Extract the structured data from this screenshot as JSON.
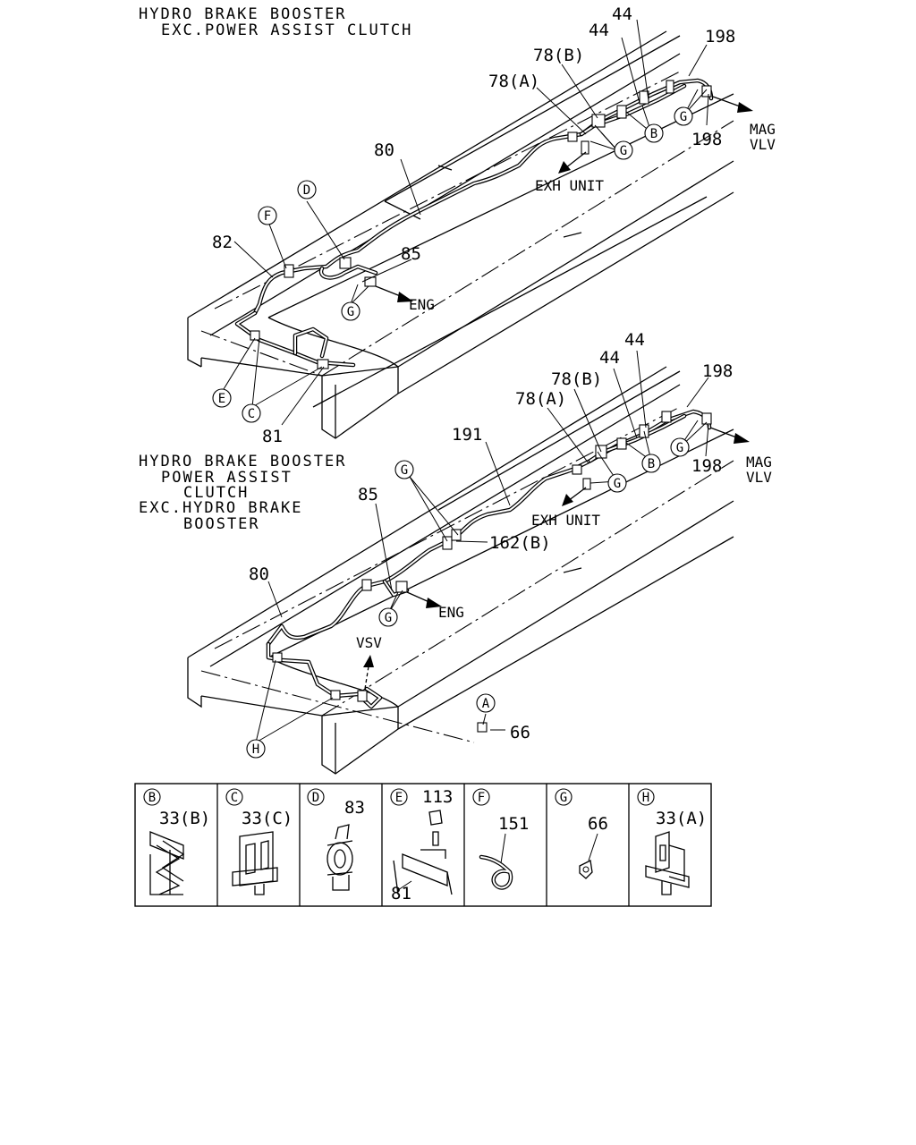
{
  "upper": {
    "caption_line1": "HYDRO BRAKE BOOSTER",
    "caption_line2": "EXC.POWER ASSIST CLUTCH",
    "labels": {
      "p44a": "44",
      "p44b": "44",
      "p198a": "198",
      "p198b": "198",
      "p78b": "78(B)",
      "p78a": "78(A)",
      "p80": "80",
      "p82": "82",
      "p85": "85",
      "p81": "81",
      "dest_mag_1": "MAG",
      "dest_mag_2": "VLV",
      "dest_exh": "EXH UNIT",
      "dest_eng": "ENG"
    },
    "callouts": {
      "b": "B",
      "g1": "G",
      "g2": "G",
      "g3": "G",
      "d": "D",
      "f": "F",
      "e": "E",
      "c": "C"
    }
  },
  "lower": {
    "caption_line1": "HYDRO BRAKE BOOSTER",
    "caption_line2": "POWER ASSIST",
    "caption_line3": "CLUTCH",
    "caption_line4": "EXC.HYDRO BRAKE",
    "caption_line5": "BOOSTER",
    "labels": {
      "p44a": "44",
      "p44b": "44",
      "p198a": "198",
      "p198b": "198",
      "p78b": "78(B)",
      "p78a": "78(A)",
      "p191": "191",
      "p162b": "162(B)",
      "p85": "85",
      "p80": "80",
      "p66": "66",
      "dest_mag_1": "MAG",
      "dest_mag_2": "VLV",
      "dest_exh": "EXH UNIT",
      "dest_eng": "ENG",
      "dest_vsv": "VSV"
    },
    "callouts": {
      "b": "B",
      "g1": "G",
      "g2": "G",
      "g3": "G",
      "g4": "G",
      "h": "H",
      "a": "A"
    }
  },
  "legend": [
    {
      "letter": "B",
      "part": "33(B)"
    },
    {
      "letter": "C",
      "part": "33(C)"
    },
    {
      "letter": "D",
      "part": "83"
    },
    {
      "letter": "E",
      "part": "113",
      "part2": "81"
    },
    {
      "letter": "F",
      "part": "151"
    },
    {
      "letter": "G",
      "part": "66"
    },
    {
      "letter": "H",
      "part": "33(A)"
    }
  ]
}
